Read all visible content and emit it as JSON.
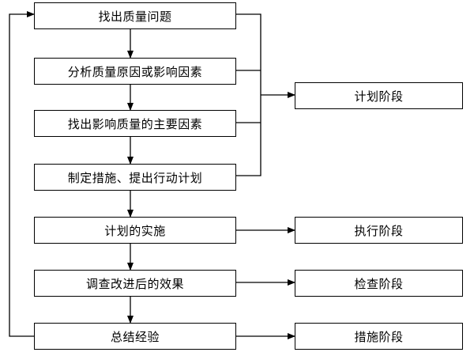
{
  "steps": [
    "找出质量问题",
    "分析质量原因或影响因素",
    "找出影响质量的主要因素",
    "制定措施、提出行动计划",
    "计划的实施",
    "调查改进后的效果",
    "总结经验"
  ],
  "phases": {
    "plan": "计划阶段",
    "do": "执行阶段",
    "check": "检查阶段",
    "act": "措施阶段"
  }
}
